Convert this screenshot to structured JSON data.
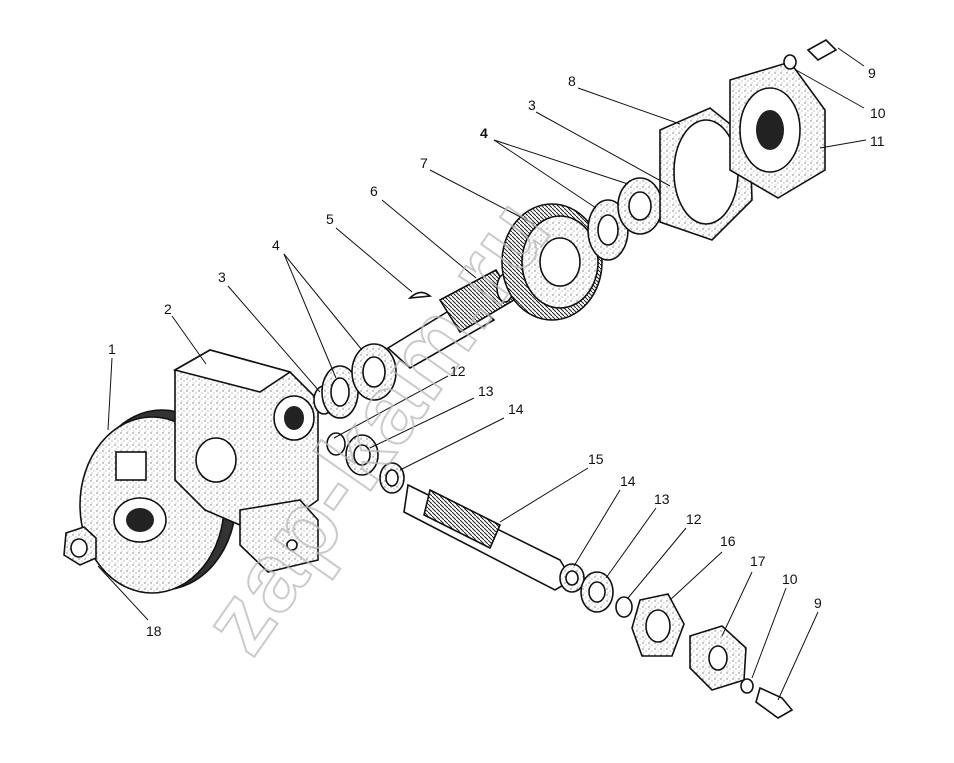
{
  "watermark": "zap-kam.ru",
  "colors": {
    "ink": "#111111",
    "stipple": "#8a8a8a",
    "paper": "#ffffff",
    "watermark": "#b9b9b9"
  },
  "callouts": {
    "c1": "1",
    "c2": "2",
    "c3a": "3",
    "c4a": "4",
    "c5": "5",
    "c6": "6",
    "c7": "7",
    "c4b": "4",
    "c3b": "3",
    "c8": "8",
    "c9a": "9",
    "c10a": "10",
    "c11": "11",
    "c12a": "12",
    "c13a": "13",
    "c14a": "14",
    "c15": "15",
    "c14b": "14",
    "c13b": "13",
    "c12b": "12",
    "c16": "16",
    "c17": "17",
    "c10b": "10",
    "c9b": "9",
    "c18": "18"
  }
}
